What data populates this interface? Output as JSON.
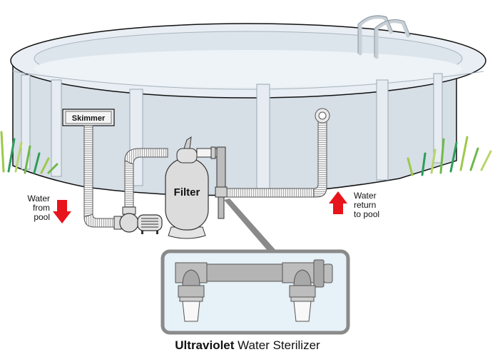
{
  "diagram": {
    "title_bold": "Ultraviolet",
    "title_rest": " Water Sterilizer",
    "labels": {
      "skimmer": "Skimmer",
      "filter": "Filter",
      "water_from_pool": [
        "Water",
        "from",
        "pool"
      ],
      "water_return": [
        "Water",
        "return",
        "to pool"
      ]
    },
    "colors": {
      "pool_wall": "#d6dee6",
      "pool_rim": "#e8eef3",
      "outline": "#111111",
      "arrow_red": "#e8141b",
      "grass": "#7cc242",
      "sterilizer_bg": "#e6f1f8",
      "sterilizer_frame": "#8a8a8a",
      "equipment_gray": "#b4b4b4"
    }
  }
}
